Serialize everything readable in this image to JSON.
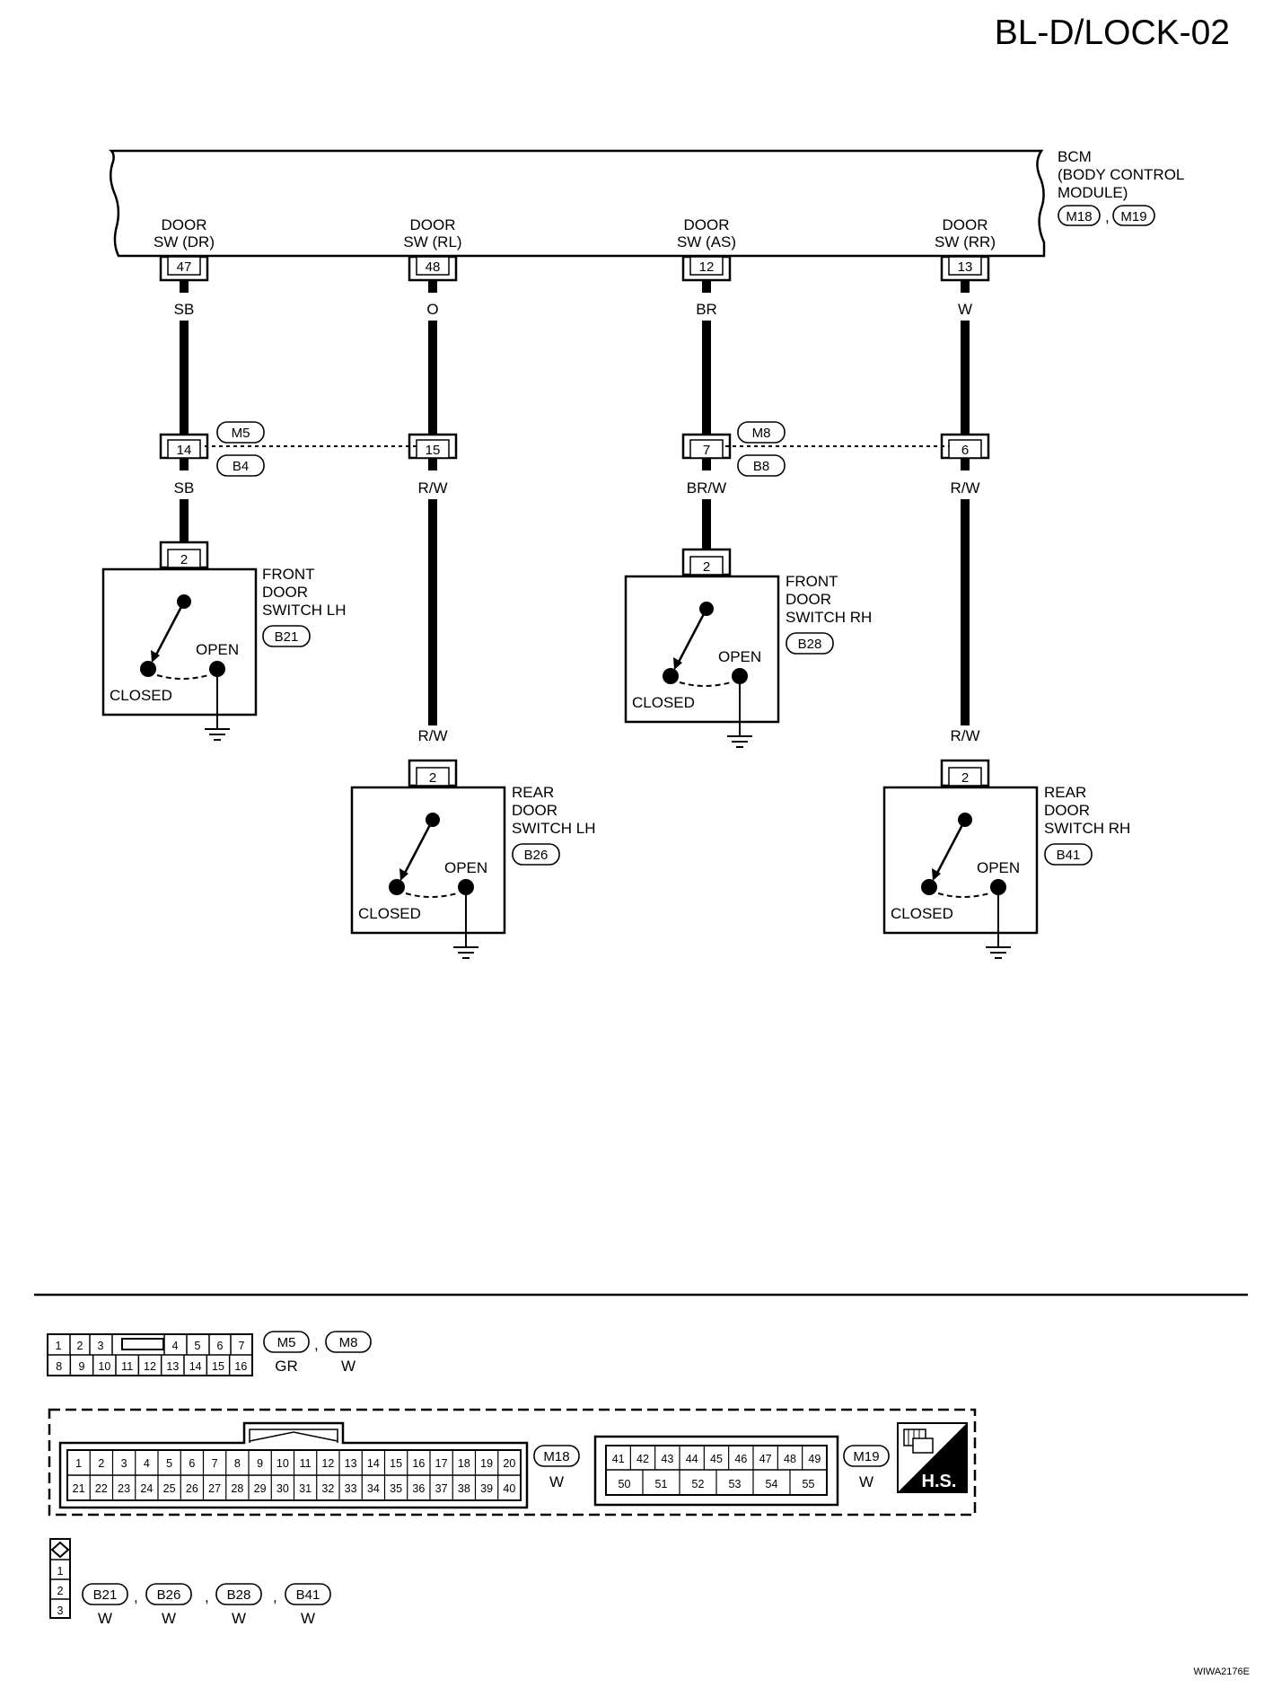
{
  "page_code": "BL-D/LOCK-02",
  "figure_id": "WIWA2176E",
  "bcm": {
    "label_lines": [
      "BCM",
      "(BODY CONTROL",
      "MODULE)"
    ],
    "connectors": [
      "M18",
      "M19"
    ],
    "separator": ","
  },
  "circuits": [
    {
      "terminal_lines": [
        "DOOR",
        "SW (DR)"
      ],
      "bcm_pin": "47",
      "upper_wire": "SB",
      "inline_pin": "14",
      "lower_wire": "SB",
      "switch_pin": "2",
      "switch_lines": [
        "FRONT",
        "DOOR",
        "SWITCH LH"
      ],
      "switch_connector": "B21"
    },
    {
      "terminal_lines": [
        "DOOR",
        "SW (RL)"
      ],
      "bcm_pin": "48",
      "upper_wire": "O",
      "inline_pin": "15",
      "lower_wire": "R/W",
      "lower_wire_2": "R/W",
      "switch_pin": "2",
      "switch_lines": [
        "REAR",
        "DOOR",
        "SWITCH LH"
      ],
      "switch_connector": "B26"
    },
    {
      "terminal_lines": [
        "DOOR",
        "SW (AS)"
      ],
      "bcm_pin": "12",
      "upper_wire": "BR",
      "inline_pin": "7",
      "lower_wire": "BR/W",
      "switch_pin": "2",
      "switch_lines": [
        "FRONT",
        "DOOR",
        "SWITCH RH"
      ],
      "switch_connector": "B28"
    },
    {
      "terminal_lines": [
        "DOOR",
        "SW (RR)"
      ],
      "bcm_pin": "13",
      "upper_wire": "W",
      "inline_pin": "6",
      "lower_wire": "R/W",
      "lower_wire_2": "R/W",
      "switch_pin": "2",
      "switch_lines": [
        "REAR",
        "DOOR",
        "SWITCH RH"
      ],
      "switch_connector": "B41"
    }
  ],
  "inline_connectors": [
    {
      "upper": "M5",
      "lower": "B4"
    },
    {
      "upper": "M8",
      "lower": "B8"
    }
  ],
  "switch_states": {
    "open": "OPEN",
    "closed": "CLOSED"
  },
  "connector_views": {
    "m5_m8": {
      "row1": [
        "1",
        "2",
        "3",
        "4",
        "5",
        "6",
        "7"
      ],
      "row2": [
        "8",
        "9",
        "10",
        "11",
        "12",
        "13",
        "14",
        "15",
        "16"
      ],
      "connectors": [
        "M5",
        "M8"
      ],
      "colors": [
        "GR",
        "W"
      ]
    },
    "m18": {
      "row1": [
        "1",
        "2",
        "3",
        "4",
        "5",
        "6",
        "7",
        "8",
        "9",
        "10",
        "11",
        "12",
        "13",
        "14",
        "15",
        "16",
        "17",
        "18",
        "19",
        "20"
      ],
      "row2": [
        "21",
        "22",
        "23",
        "24",
        "25",
        "26",
        "27",
        "28",
        "29",
        "30",
        "31",
        "32",
        "33",
        "34",
        "35",
        "36",
        "37",
        "38",
        "39",
        "40"
      ],
      "connector": "M18",
      "color": "W"
    },
    "m19": {
      "row1": [
        "41",
        "42",
        "43",
        "44",
        "45",
        "46",
        "47",
        "48",
        "49"
      ],
      "row2": [
        "50",
        "51",
        "52",
        "53",
        "54",
        "55"
      ],
      "connector": "M19",
      "color": "W"
    },
    "hs_label": "H.S.",
    "switch_conn": {
      "pins": [
        "1",
        "2",
        "3"
      ],
      "connectors": [
        "B21",
        "B26",
        "B28",
        "B41"
      ],
      "colors": [
        "W",
        "W",
        "W",
        "W"
      ]
    }
  }
}
